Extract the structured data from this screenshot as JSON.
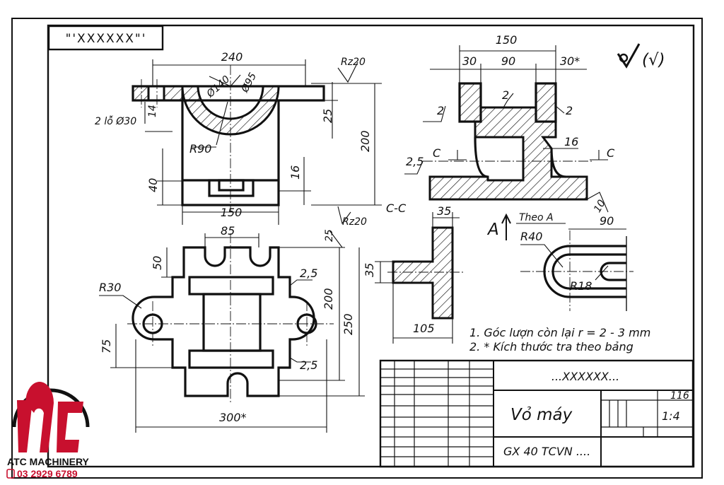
{
  "header_box": "\"'XXXXXX\"'",
  "roughness_symbol": "(√)",
  "dims": {
    "d240": "240",
    "d150_top": "150",
    "d150": "150",
    "d30_l": "30",
    "d90": "90",
    "d30_r": "30*",
    "phi140": "Ø140",
    "phi95": "Ø95",
    "rz20_a": "Rz20",
    "rz20_b": "Rz20",
    "d25_a": "25",
    "d200_a": "200",
    "d14": "14",
    "holes": "2 lỗ Ø30",
    "r90": "R90",
    "d40": "40",
    "d16_a": "16",
    "d2_a": "2",
    "d2_b": "2",
    "d2_c": "2",
    "d16_b": "16",
    "d25_b": "2,5",
    "d10": "10",
    "c_left": "C",
    "c_right": "C",
    "cc": "C-C",
    "d35_a": "35",
    "d35_b": "35",
    "d105": "105",
    "theo_a": "Theo A",
    "view_a": "A",
    "r40": "R40",
    "d90_b": "90",
    "r18": "R18",
    "d85": "85",
    "d25_c": "25",
    "d50": "50",
    "r30": "R30",
    "d25_d": "2,5",
    "d200_b": "200",
    "d250": "250",
    "d75": "75",
    "d25_e": "2,5",
    "d300": "300*"
  },
  "notes": [
    "1. Góc lượn còn lại r = 2 - 3 mm",
    "2. * Kích thước tra theo bảng"
  ],
  "title_block": {
    "drawing_no": "...XXXXXX...",
    "part_name": "Vỏ máy",
    "sheet": "116",
    "scale": "1:4",
    "material": "GX 40 TCVN ...."
  },
  "logo": {
    "company": "ATC MACHINERY",
    "phone": "03 2929 6789",
    "brand_color": "#c8102e"
  }
}
